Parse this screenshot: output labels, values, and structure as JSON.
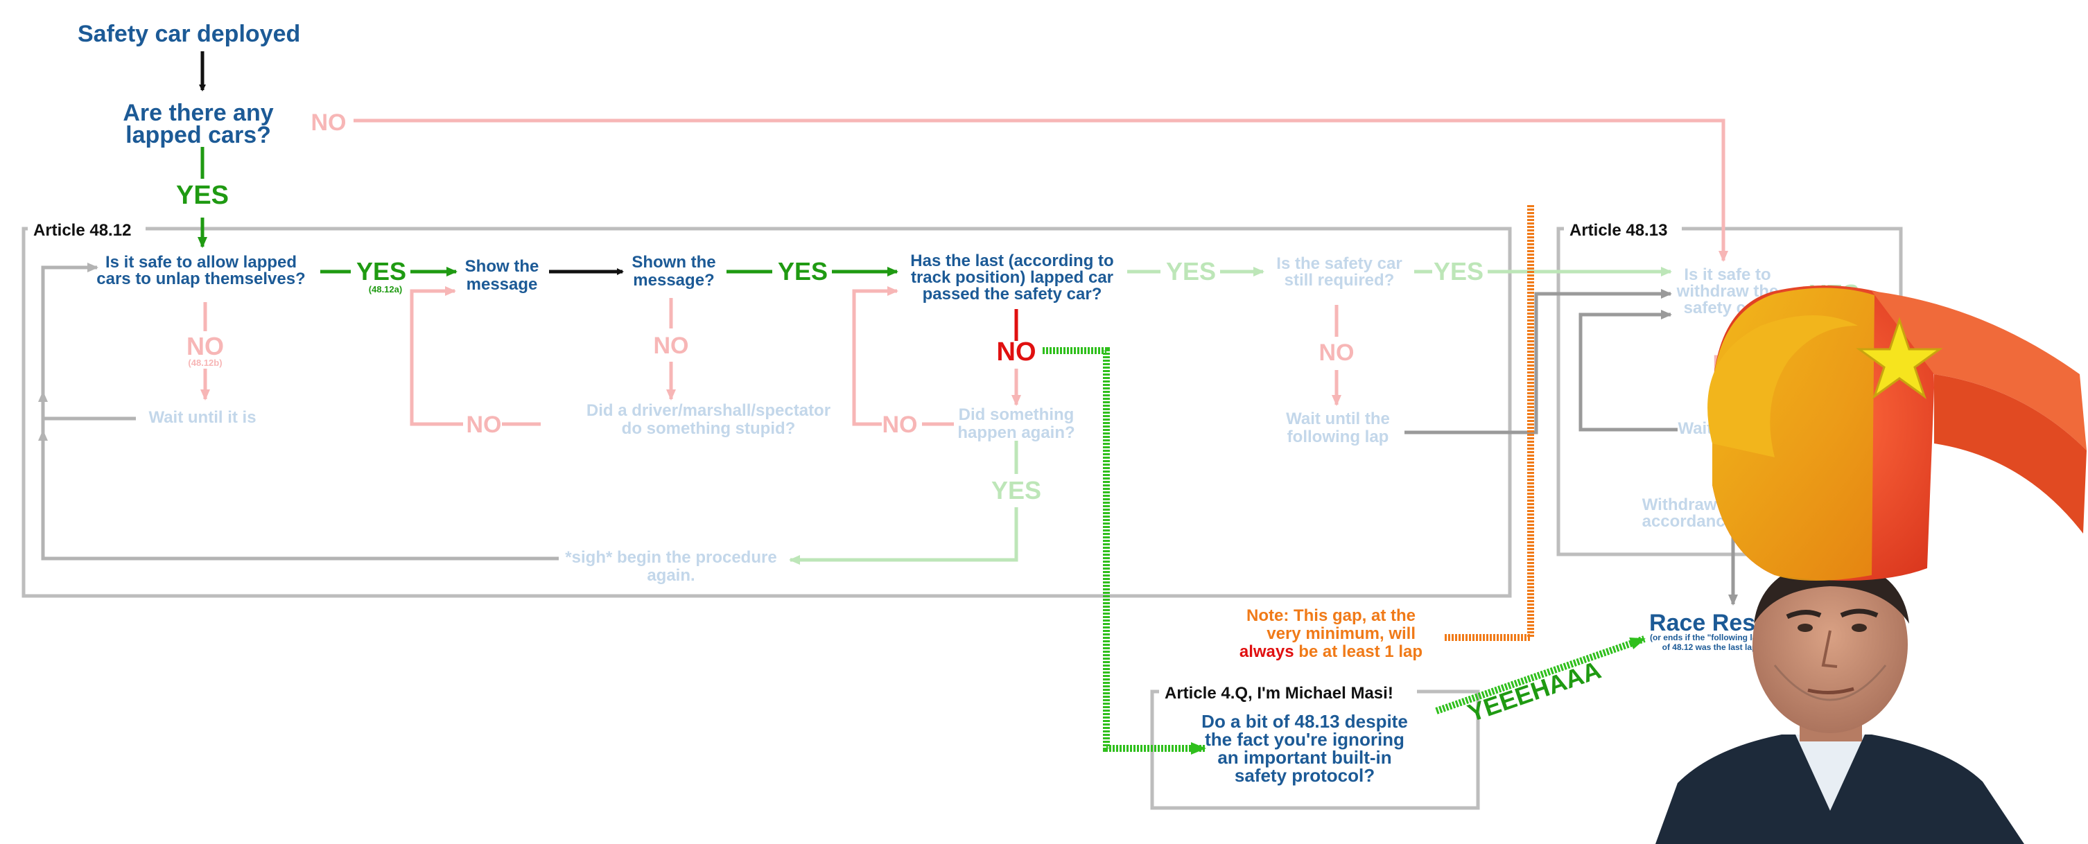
{
  "title": "Safety car deployed",
  "colors": {
    "blue": "#1c5a96",
    "green": "#1f9a12",
    "red": "#e01010",
    "orange": "#f07a18",
    "black": "#111111",
    "faded_blue": "#c3d7ea",
    "faded_green": "#bde6b8",
    "faded_red": "#f7b6b6",
    "box_gray": "#bdbdbd"
  },
  "sections": {
    "article_4812": "Article 48.12",
    "article_4813": "Article 48.13",
    "article_4q": "Article 4.Q, I'm Michael Masi!"
  },
  "nodes": {
    "q_lapped": [
      "Are there any",
      "lapped cars?"
    ],
    "q_safe_unlap": [
      "Is it safe to allow lapped",
      "cars to unlap themselves?"
    ],
    "show_message": [
      "Show the",
      "message"
    ],
    "q_shown": [
      "Shown the",
      "message?"
    ],
    "q_last_passed": [
      "Has the last (according to",
      "track position) lapped car",
      "passed the safety car?"
    ],
    "q_still_required": [
      "Is the safety car",
      "still required?"
    ],
    "q_safe_withdraw": [
      "Is it safe to",
      "withdraw the",
      "safety car?"
    ],
    "wait_until": "Wait until it is",
    "did_stupid": [
      "Did a driver/marshall/spectator",
      "do something stupid?"
    ],
    "did_happen": [
      "Did something",
      "happen again?"
    ],
    "wait_following": [
      "Wait until the",
      "following lap"
    ],
    "wait_until_2": "Wait until it is",
    "withdraw": [
      "Withdraw safety car in",
      "accordance with 48.13"
    ],
    "sigh": [
      "*sigh* begin the procedure",
      "again."
    ],
    "masi": [
      "Do a bit of 48.13 despite",
      "the fact you're ignoring",
      "an important built-in",
      "safety protocol?"
    ],
    "race_resumes": "Race Resumes",
    "race_note": [
      "(or ends if the \"following lap\" requirement",
      "of 48.12 was the last lap of the race)"
    ]
  },
  "edge_labels": {
    "no_top": "NO",
    "yes_main": "YES",
    "yes_4812a": "YES",
    "sub_4812a": "(48.12a)",
    "no_4812b": "NO",
    "sub_4812b": "(48.12b)",
    "yes_shown": "YES",
    "no_shown": "NO",
    "no_stupid": "NO",
    "no_red": "NO",
    "no_happen": "NO",
    "yes_happen": "YES",
    "yes_passed": "YES",
    "yes_required": "YES",
    "no_required": "NO",
    "yes_withdraw": "YES",
    "no_withdraw": "NO",
    "yeeehaaa": "YEEEHAAA"
  },
  "note": {
    "line1": "Note: This gap, at the",
    "line2": "very minimum, will",
    "line3_word": "always",
    "line3_rest": " be at least 1 lap"
  },
  "icons": {
    "star": "star-icon",
    "hat": "cowboy-hat-icon",
    "person": "official-portrait"
  }
}
